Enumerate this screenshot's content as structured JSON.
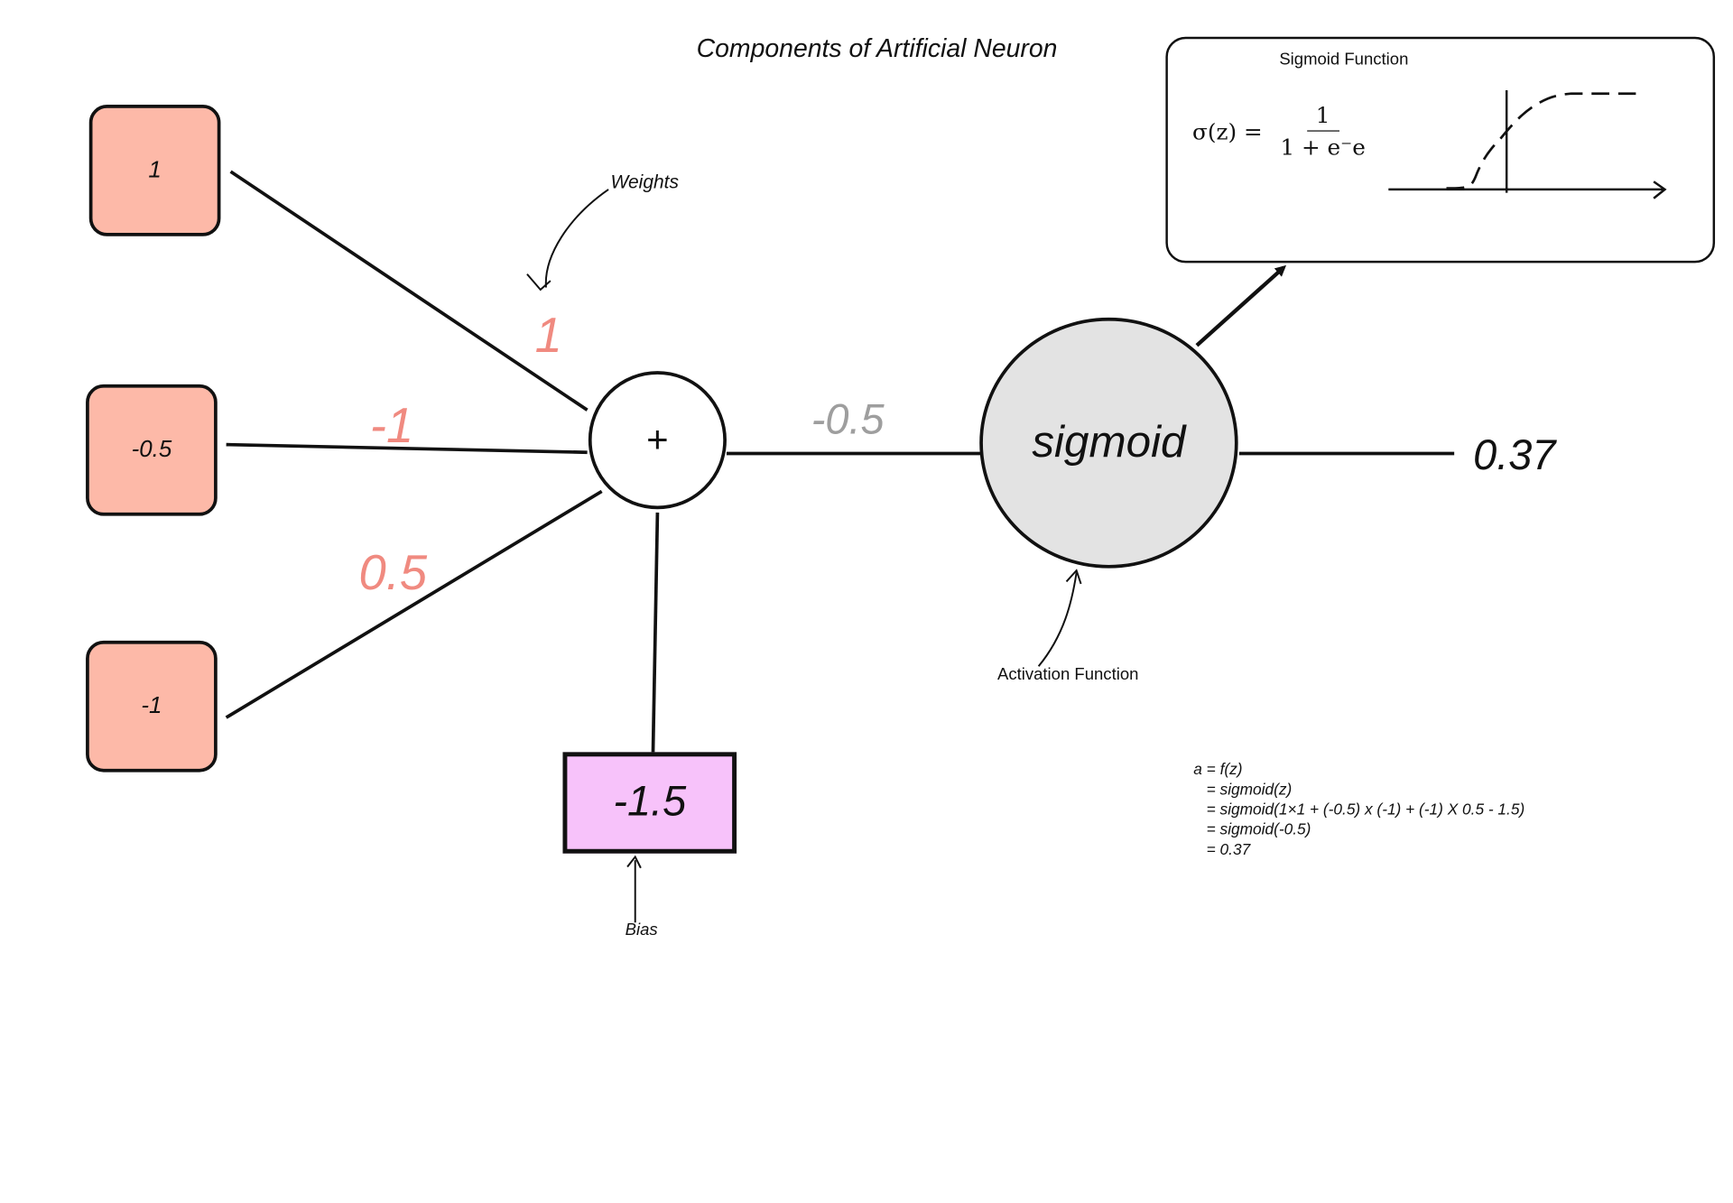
{
  "title": "Components of Artificial Neuron",
  "inputs": [
    {
      "label": "1"
    },
    {
      "label": "-0.5"
    },
    {
      "label": "-1"
    }
  ],
  "weights": [
    {
      "label": "1"
    },
    {
      "label": "-1"
    },
    {
      "label": "0.5"
    }
  ],
  "weights_label": "Weights",
  "sum_symbol": "+",
  "bias": {
    "value": "-1.5",
    "label": "Bias"
  },
  "z_value": "-0.5",
  "activation": {
    "name": "sigmoid",
    "label": "Activation Function"
  },
  "output": "0.37",
  "sigmoid_callout": {
    "title": "Sigmoid Function",
    "lhs": "σ(z) =",
    "numerator": "1",
    "denominator": "1 + e⁻e"
  },
  "calculation": {
    "lines": [
      "a = f(z)",
      "   = sigmoid(z)",
      "   = sigmoid(1×1 + (-0.5) x (-1) + (-1) X 0.5 - 1.5)",
      "   = sigmoid(-0.5)",
      "   = 0.37"
    ]
  },
  "colors": {
    "input_fill": "#fdb9a8",
    "weight_text": "#f08a80",
    "bias_fill": "#f7c2fa",
    "activation_fill": "#e3e3e3",
    "z_text": "#9e9e9e"
  }
}
